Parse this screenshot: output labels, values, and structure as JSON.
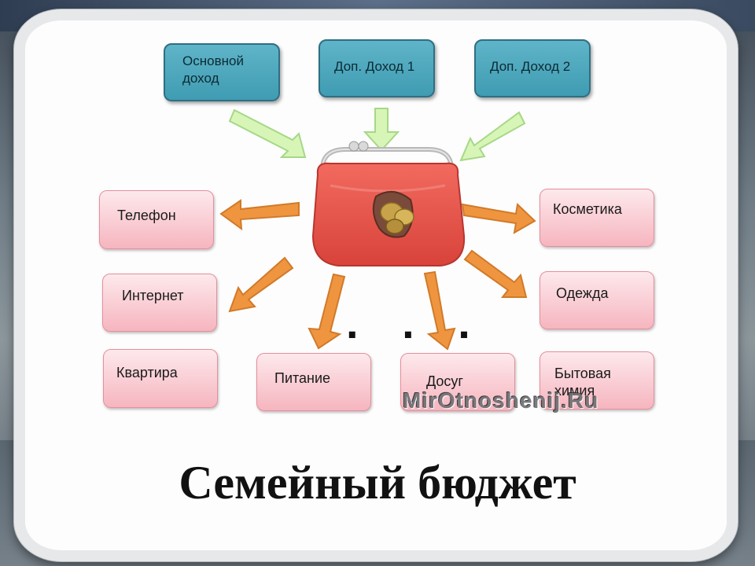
{
  "title": "Семейный бюджет",
  "watermark": "MirOtnoshenij.Ru",
  "ellipsis": ". . .",
  "income": [
    {
      "label": "Основной доход"
    },
    {
      "label": "Доп. Доход 1"
    },
    {
      "label": "Доп. Доход 2"
    }
  ],
  "expenses": [
    {
      "label": "Телефон"
    },
    {
      "label": "Интернет"
    },
    {
      "label": "Квартира"
    },
    {
      "label": "Питание"
    },
    {
      "label": "Досуг"
    },
    {
      "label": "Косметика"
    },
    {
      "label": "Одежда"
    },
    {
      "label": "Бытовая химия"
    }
  ],
  "colors": {
    "income_box": "#4aa6bd",
    "expense_box": "#f8c4cc",
    "income_arrow": "#d8f5b8",
    "expense_arrow": "#f0953f",
    "purse": "#e8534a"
  },
  "icons": [
    "purse-icon",
    "coins-icon"
  ]
}
